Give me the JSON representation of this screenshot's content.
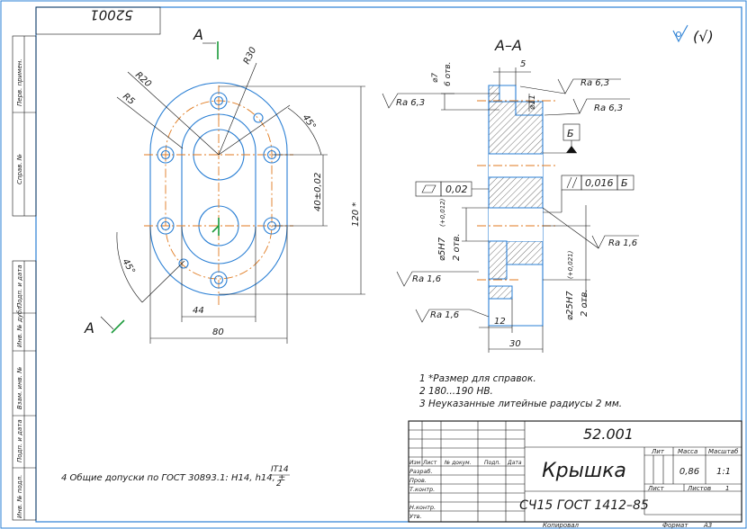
{
  "drawing": {
    "code_box": "52001",
    "section_marker": "А",
    "section_title": "А–А",
    "roughness_general": "(√)",
    "side_labels": [
      "Перв. примен.",
      "Справ. №",
      "Подп. и дата",
      "Инв. № дубл.",
      "Взам. инв. №",
      "Подп. и дата",
      "Инв. № подл."
    ],
    "dims": {
      "r20": "R20",
      "r30": "R30",
      "r5": "R5",
      "angle_top": "45°",
      "angle_bottom": "45°",
      "d40": "40±0,02",
      "d120": "120 *",
      "d44": "44",
      "d80": "80",
      "d7": "⌀7",
      "holes6": "6 отв.",
      "d5": "5",
      "d11": "⌀11",
      "d16": "⌀5H7",
      "d16_tol": "(+0,012)",
      "holes2a": "2 отв.",
      "d25": "⌀25H7",
      "d25_tol": "(+0,021)",
      "holes2b": "2 отв.",
      "d12": "12",
      "d30": "30"
    },
    "roughness": [
      "Ra 6,3",
      "Ra 6,3",
      "Ra 6,3",
      "Ra 1,6",
      "Ra 1,6",
      "Ra 1,6"
    ],
    "datum": "Б",
    "flatness_value": "0,02",
    "parallel_value": "0,016",
    "parallel_datum": "Б",
    "notes": [
      "1  *Размер для справок.",
      "2  180...190 НВ.",
      "3  Неуказанные литейные радиусы 2 мм."
    ],
    "note4": "4  Общие допуски по ГОСТ 30893.1: H14, h14, ±",
    "note4_num": "IT14",
    "note4_den": "2"
  },
  "title_block": {
    "designation": "52.001",
    "name": "Крышка",
    "material": "СЧ15 ГОСТ 1412–85",
    "lit_label": "Лит",
    "mass_label": "Масса",
    "scale_label": "Масштаб",
    "mass": "0,86",
    "scale": "1:1",
    "sheet_label": "Лист",
    "sheets_label": "Листов",
    "sheets": "1",
    "cols": [
      "Изм",
      "Лист",
      "№ докум.",
      "Подп.",
      "Дата"
    ],
    "rows": [
      "Разраб.",
      "Пров.",
      "Т.контр.",
      "Н.контр.",
      "Утв."
    ],
    "copied": "Копировал",
    "format": "Формат",
    "format_value": "A3"
  }
}
